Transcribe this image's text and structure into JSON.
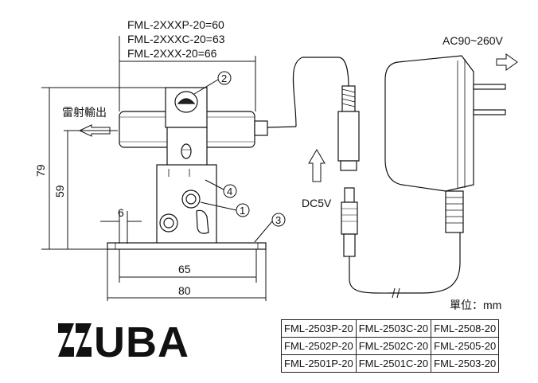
{
  "labels": {
    "dim_79": "79",
    "dim_59": "59",
    "dim_6": "6",
    "dim_65": "65",
    "dim_80": "80",
    "laser_out": "雷射輸出",
    "dc5v": "DC5V",
    "ac": "AC90~260V",
    "unit": "單位：mm",
    "callout_1": "1",
    "callout_2": "2",
    "callout_3": "3",
    "callout_4": "4"
  },
  "lengths": [
    "FML-2XXXP-20=60",
    "FML-2XXXC-20=63",
    "FML-2XXX-20=66"
  ],
  "models": [
    [
      "FML-2503P-20",
      "FML-2503C-20",
      "FML-2508-20"
    ],
    [
      "FML-2502P-20",
      "FML-2502C-20",
      "FML-2505-20"
    ],
    [
      "FML-2501P-20",
      "FML-2501C-20",
      "FML-2503-20"
    ]
  ],
  "logo": {
    "text": "UBA",
    "color": "#111111"
  }
}
